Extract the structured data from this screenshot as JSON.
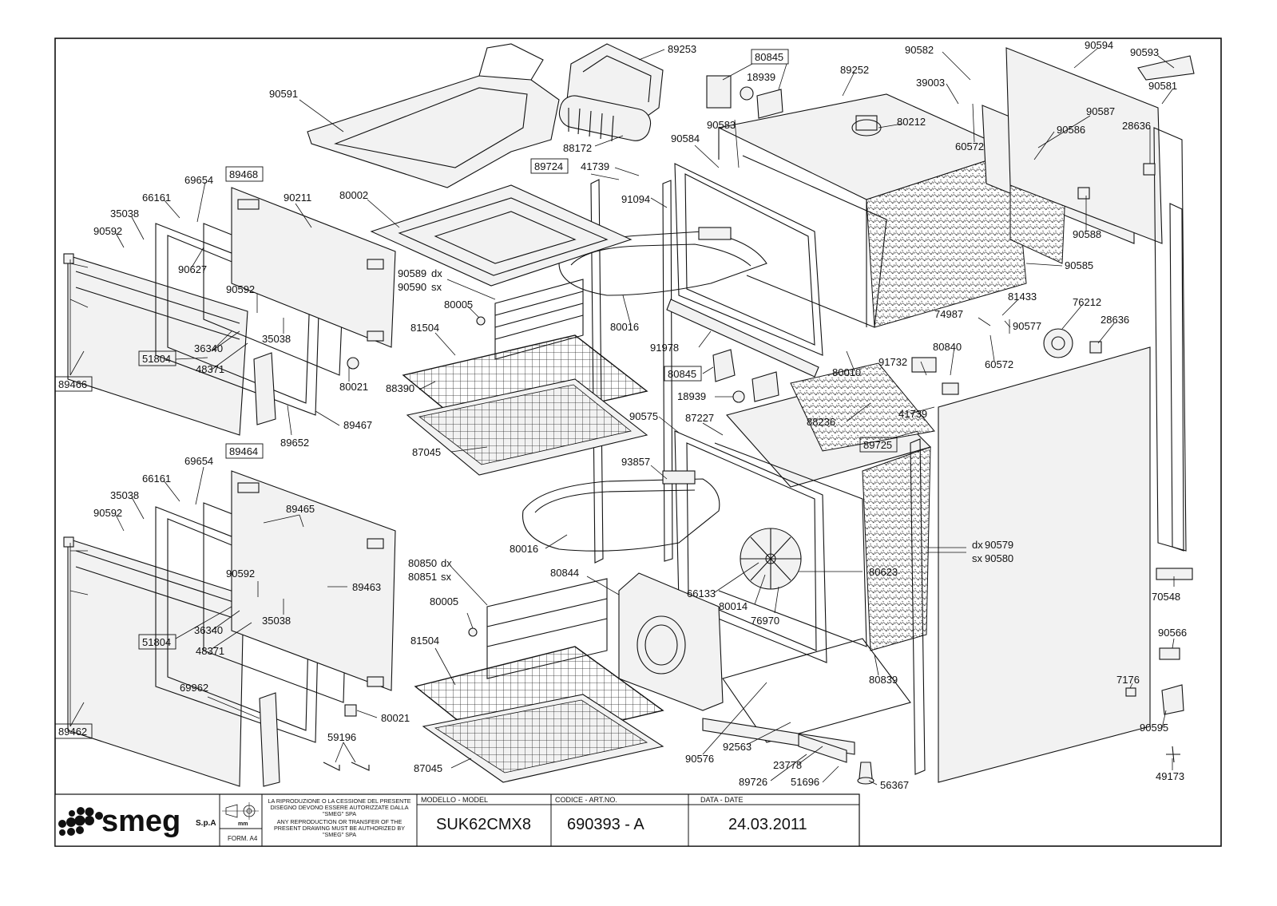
{
  "brand": {
    "logo_text": "smeg",
    "suffix": "S.p.A"
  },
  "title_block": {
    "form": "FORM. A4",
    "unit": "mm",
    "notice": [
      "LA RIPRODUZIONE O LA CESSIONE DEL PRESENTE",
      "DISEGNO DEVONO ESSERE AUTORIZZATE DALLA",
      "\"SMEG\" SPA",
      "ANY REPRODUCTION OR TRANSFER OF THE",
      "PRESENT DRAWING MUST BE AUTHORIZED BY",
      "\"SMEG\" SPA"
    ],
    "model_label": "MODELLO - MODEL",
    "model_value": "SUK62CMX8",
    "code_label": "CODICE - ART.NO.",
    "code_value": "690393 - A",
    "date_label": "DATA - DATE",
    "date_value": "24.03.2011"
  },
  "labels": [
    {
      "id": "l1",
      "text": "89253"
    },
    {
      "id": "l2",
      "text": "80845"
    },
    {
      "id": "l3",
      "text": "18939"
    },
    {
      "id": "l4",
      "text": "90583"
    },
    {
      "id": "l5",
      "text": "89252"
    },
    {
      "id": "l6",
      "text": "90582"
    },
    {
      "id": "l7",
      "text": "39003"
    },
    {
      "id": "l8",
      "text": "90594"
    },
    {
      "id": "l9",
      "text": "90593"
    },
    {
      "id": "l10",
      "text": "90581"
    },
    {
      "id": "l11",
      "text": "90591"
    },
    {
      "id": "l12",
      "text": "80212"
    },
    {
      "id": "l13",
      "text": "90587"
    },
    {
      "id": "l14",
      "text": "90586"
    },
    {
      "id": "l15",
      "text": "28636"
    },
    {
      "id": "l16",
      "text": "60572"
    },
    {
      "id": "l17",
      "text": "88172"
    },
    {
      "id": "l18",
      "text": "90584"
    },
    {
      "id": "l19",
      "text": "89724"
    },
    {
      "id": "l20",
      "text": "41739"
    },
    {
      "id": "l21",
      "text": "91094"
    },
    {
      "id": "l22",
      "text": "69654"
    },
    {
      "id": "l23",
      "text": "89468"
    },
    {
      "id": "l24",
      "text": "80002"
    },
    {
      "id": "l25",
      "text": "90211"
    },
    {
      "id": "l26",
      "text": "66161"
    },
    {
      "id": "l27",
      "text": "35038"
    },
    {
      "id": "l28",
      "text": "90592"
    },
    {
      "id": "l29",
      "text": "90627"
    },
    {
      "id": "l30",
      "text": "90589"
    },
    {
      "id": "l31",
      "text": "dx"
    },
    {
      "id": "l32",
      "text": "90590"
    },
    {
      "id": "l33",
      "text": "sx"
    },
    {
      "id": "l34",
      "text": "90588"
    },
    {
      "id": "l35",
      "text": "90585"
    },
    {
      "id": "l36",
      "text": "80005"
    },
    {
      "id": "l37",
      "text": "90592"
    },
    {
      "id": "l38",
      "text": "81433"
    },
    {
      "id": "l39",
      "text": "74987"
    },
    {
      "id": "l40",
      "text": "76212"
    },
    {
      "id": "l41",
      "text": "90577"
    },
    {
      "id": "l42",
      "text": "28636"
    },
    {
      "id": "l43",
      "text": "81504"
    },
    {
      "id": "l44",
      "text": "35038"
    },
    {
      "id": "l45",
      "text": "80016"
    },
    {
      "id": "l46",
      "text": "91978"
    },
    {
      "id": "l47",
      "text": "36340"
    },
    {
      "id": "l48",
      "text": "51804"
    },
    {
      "id": "l49",
      "text": "48371"
    },
    {
      "id": "l50",
      "text": "80840"
    },
    {
      "id": "l51",
      "text": "80010"
    },
    {
      "id": "l52",
      "text": "60572"
    },
    {
      "id": "l53",
      "text": "91732"
    },
    {
      "id": "l54",
      "text": "89466"
    },
    {
      "id": "l55",
      "text": "80021"
    },
    {
      "id": "l56",
      "text": "88390"
    },
    {
      "id": "l57",
      "text": "80845"
    },
    {
      "id": "l58",
      "text": "18939"
    },
    {
      "id": "l59",
      "text": "88236"
    },
    {
      "id": "l60",
      "text": "41739"
    },
    {
      "id": "l61",
      "text": "89467"
    },
    {
      "id": "l62",
      "text": "89652"
    },
    {
      "id": "l63",
      "text": "90575"
    },
    {
      "id": "l64",
      "text": "87227"
    },
    {
      "id": "l65",
      "text": "89725"
    },
    {
      "id": "l66",
      "text": "87045"
    },
    {
      "id": "l67",
      "text": "69654"
    },
    {
      "id": "l68",
      "text": "89464"
    },
    {
      "id": "l69",
      "text": "93857"
    },
    {
      "id": "l70",
      "text": "66161"
    },
    {
      "id": "l71",
      "text": "35038"
    },
    {
      "id": "l72",
      "text": "89465"
    },
    {
      "id": "l73",
      "text": "90592"
    },
    {
      "id": "l74",
      "text": "80016"
    },
    {
      "id": "l75",
      "text": "dx"
    },
    {
      "id": "l76",
      "text": "90579"
    },
    {
      "id": "l77",
      "text": "sx"
    },
    {
      "id": "l78",
      "text": "90580"
    },
    {
      "id": "l79",
      "text": "80850"
    },
    {
      "id": "l80",
      "text": "dx"
    },
    {
      "id": "l81",
      "text": "80851"
    },
    {
      "id": "l82",
      "text": "sx"
    },
    {
      "id": "l83",
      "text": "89463"
    },
    {
      "id": "l84",
      "text": "80844"
    },
    {
      "id": "l85",
      "text": "90592"
    },
    {
      "id": "l86",
      "text": "80623"
    },
    {
      "id": "l87",
      "text": "66133"
    },
    {
      "id": "l88",
      "text": "70548"
    },
    {
      "id": "l89",
      "text": "80005"
    },
    {
      "id": "l90",
      "text": "80014"
    },
    {
      "id": "l91",
      "text": "36340"
    },
    {
      "id": "l92",
      "text": "35038"
    },
    {
      "id": "l93",
      "text": "76970"
    },
    {
      "id": "l94",
      "text": "51804"
    },
    {
      "id": "l95",
      "text": "48371"
    },
    {
      "id": "l96",
      "text": "90566"
    },
    {
      "id": "l97",
      "text": "81504"
    },
    {
      "id": "l98",
      "text": "69962"
    },
    {
      "id": "l99",
      "text": "80839"
    },
    {
      "id": "l100",
      "text": "7176"
    },
    {
      "id": "l101",
      "text": "89462"
    },
    {
      "id": "l102",
      "text": "80021"
    },
    {
      "id": "l103",
      "text": "59196"
    },
    {
      "id": "l104",
      "text": "90576"
    },
    {
      "id": "l105",
      "text": "92563"
    },
    {
      "id": "l106",
      "text": "23778"
    },
    {
      "id": "l107",
      "text": "90595"
    },
    {
      "id": "l108",
      "text": "87045"
    },
    {
      "id": "l109",
      "text": "89726"
    },
    {
      "id": "l110",
      "text": "51696"
    },
    {
      "id": "l111",
      "text": "56367"
    },
    {
      "id": "l112",
      "text": "49173"
    }
  ]
}
